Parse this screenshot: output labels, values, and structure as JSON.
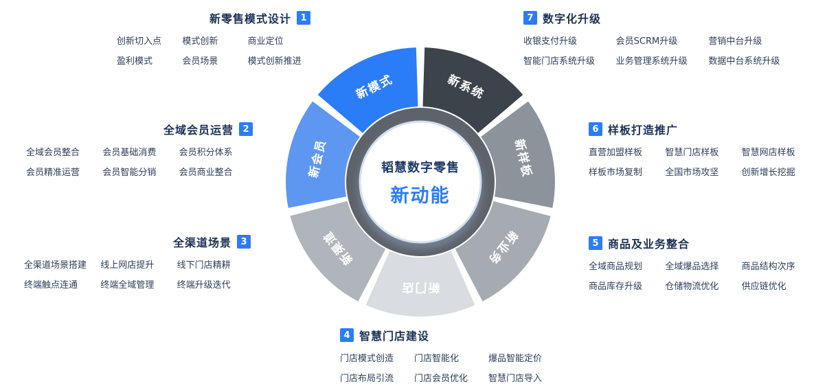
{
  "colors": {
    "accent": "#2b7cf7",
    "title_text": "#1b3154",
    "item_text": "#2e3d56"
  },
  "center": {
    "title": "韬慧数字零售",
    "subtitle": "新动能",
    "title_color": "#1d3a66",
    "subtitle_color": "#2b7cf7"
  },
  "wheel": {
    "ring_color": "#5e636b",
    "segments": [
      {
        "label": "新系统",
        "color": "#3d434b"
      },
      {
        "label": "新样板",
        "color": "#8d939b"
      },
      {
        "label": "新业务",
        "color": "#a6abb2"
      },
      {
        "label": "新门店",
        "color": "#d9dce1"
      },
      {
        "label": "新渠道",
        "color": "#b0b5bc"
      },
      {
        "label": "新会员",
        "color": "#5d97f1"
      },
      {
        "label": "新模式",
        "color": "#2b7cf7"
      }
    ]
  },
  "sections": {
    "s1": {
      "num": "1",
      "title": "新零售模式设计",
      "items": [
        "创新切入点",
        "模式创新",
        "商业定位",
        "盈利模式",
        "会员场景",
        "模式创新推进"
      ]
    },
    "s2": {
      "num": "2",
      "title": "全域会员运营",
      "items": [
        "全域会员整合",
        "会员基础消费",
        "会员积分体系",
        "会员精准运营",
        "会员智能分销",
        "会员商业整合"
      ]
    },
    "s3": {
      "num": "3",
      "title": "全渠道场景",
      "items": [
        "全渠道场景搭建",
        "线上网店提升",
        "线下门店精耕",
        "终端触点连通",
        "终端全域管理",
        "终端升级迭代"
      ]
    },
    "s4": {
      "num": "4",
      "title": "智慧门店建设",
      "items": [
        "门店模式创造",
        "门店智能化",
        "爆品智能定价",
        "门店布局引流",
        "门店会员优化",
        "智慧门店导入"
      ]
    },
    "s5": {
      "num": "5",
      "title": "商品及业务整合",
      "items": [
        "全域商品规划",
        "全域爆品选择",
        "商品结构次序",
        "商品库存升级",
        "仓储物流优化",
        "供应链优化"
      ]
    },
    "s6": {
      "num": "6",
      "title": "样板打造推广",
      "items": [
        "直营加盟样板",
        "智慧门店样板",
        "智慧网店样板",
        "样板市场复制",
        "全国市场攻坚",
        "创新增长挖掘"
      ]
    },
    "s7": {
      "num": "7",
      "title": "数字化升级",
      "items": [
        "收银支付升级",
        "会员SCRM升级",
        "营销中台升级",
        "智能门店系统升级",
        "业务管理系统升级",
        "数据中台系统升级"
      ]
    }
  }
}
